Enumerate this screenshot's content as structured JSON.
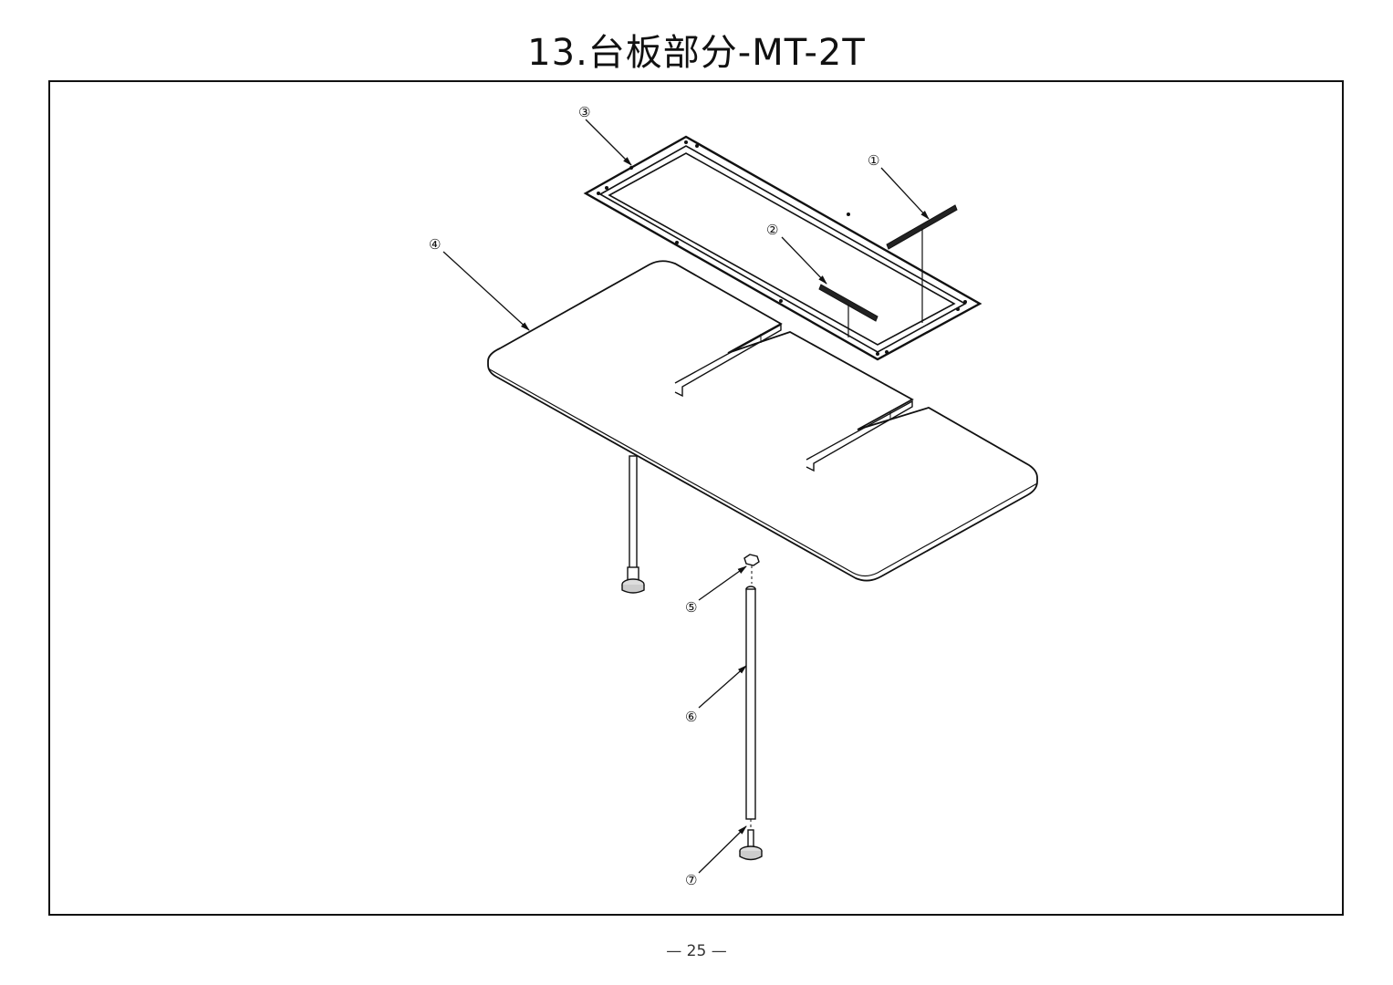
{
  "header": {
    "title": "13.台板部分-MT-2T"
  },
  "diagram": {
    "callouts": [
      {
        "id": "c1",
        "label": "①"
      },
      {
        "id": "c2",
        "label": "②"
      },
      {
        "id": "c3",
        "label": "③"
      },
      {
        "id": "c4",
        "label": "④"
      },
      {
        "id": "c5",
        "label": "⑤"
      },
      {
        "id": "c6",
        "label": "⑥"
      },
      {
        "id": "c7",
        "label": "⑦"
      }
    ]
  },
  "footer": {
    "page_number": "— 25 —"
  }
}
